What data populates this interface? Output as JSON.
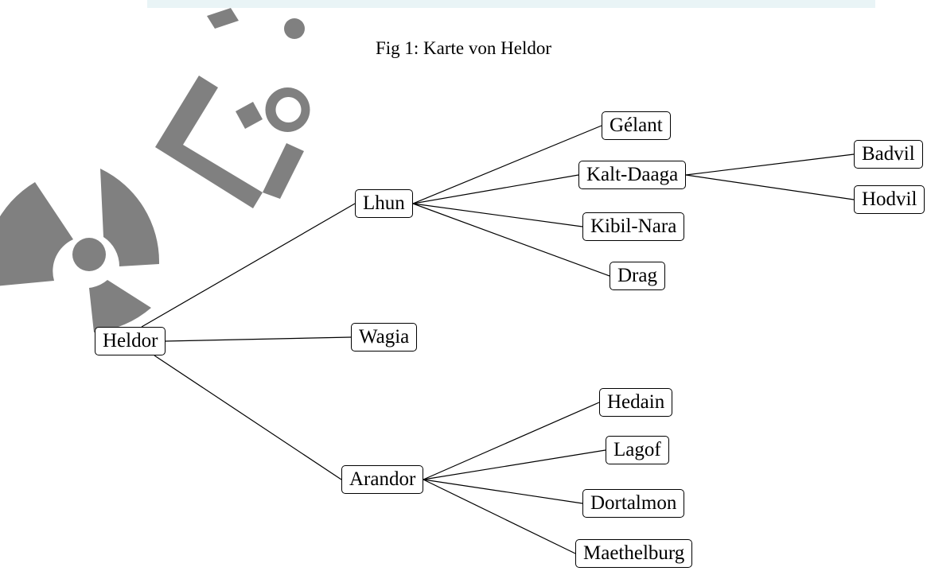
{
  "caption": "Fig 1: Karte von Heldor",
  "watermark": {
    "text": "Lös",
    "color": "#808080"
  },
  "nodes": {
    "heldor": "Heldor",
    "lhun": "Lhun",
    "wagia": "Wagia",
    "arandor": "Arandor",
    "gelant": "Gélant",
    "kalt_daaga": "Kalt-Daaga",
    "kibil_nara": "Kibil-Nara",
    "drag": "Drag",
    "badvil": "Badvil",
    "hodvil": "Hodvil",
    "hedain": "Hedain",
    "lagof": "Lagof",
    "dortalmon": "Dortalmon",
    "maethelburg": "Maethelburg"
  },
  "edges": [
    [
      "heldor",
      "lhun"
    ],
    [
      "heldor",
      "wagia"
    ],
    [
      "heldor",
      "arandor"
    ],
    [
      "lhun",
      "gelant"
    ],
    [
      "lhun",
      "kalt_daaga"
    ],
    [
      "lhun",
      "kibil_nara"
    ],
    [
      "lhun",
      "drag"
    ],
    [
      "kalt_daaga",
      "badvil"
    ],
    [
      "kalt_daaga",
      "hodvil"
    ],
    [
      "arandor",
      "hedain"
    ],
    [
      "arandor",
      "lagof"
    ],
    [
      "arandor",
      "dortalmon"
    ],
    [
      "arandor",
      "maethelburg"
    ]
  ]
}
